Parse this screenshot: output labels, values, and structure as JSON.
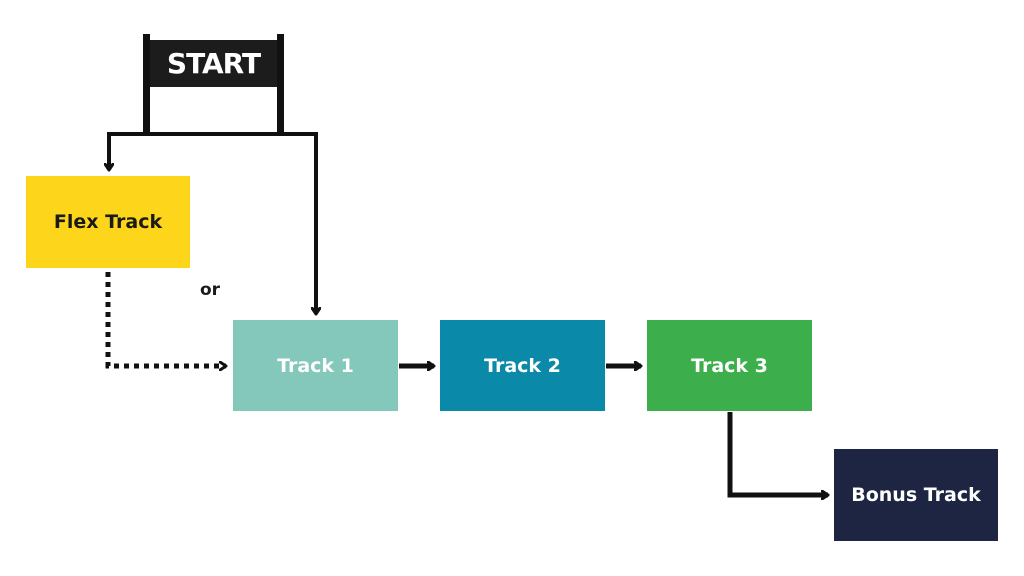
{
  "start": {
    "label": "START"
  },
  "or_label": "or",
  "nodes": {
    "flex": {
      "label": "Flex Track",
      "color": "#FDD51A"
    },
    "track1": {
      "label": "Track 1",
      "color": "#83C8BA"
    },
    "track2": {
      "label": "Track 2",
      "color": "#0A8AA8"
    },
    "track3": {
      "label": "Track 3",
      "color": "#3DAE4C"
    },
    "bonus": {
      "label": "Bonus Track",
      "color": "#1E2542"
    }
  },
  "edges": [
    {
      "from": "start",
      "to": "flex",
      "style": "solid"
    },
    {
      "from": "start",
      "to": "track1",
      "style": "solid"
    },
    {
      "from": "flex",
      "to": "track1",
      "style": "dotted"
    },
    {
      "from": "track1",
      "to": "track2",
      "style": "solid"
    },
    {
      "from": "track2",
      "to": "track3",
      "style": "solid"
    },
    {
      "from": "track3",
      "to": "bonus",
      "style": "solid"
    }
  ],
  "line_color": "#111111"
}
